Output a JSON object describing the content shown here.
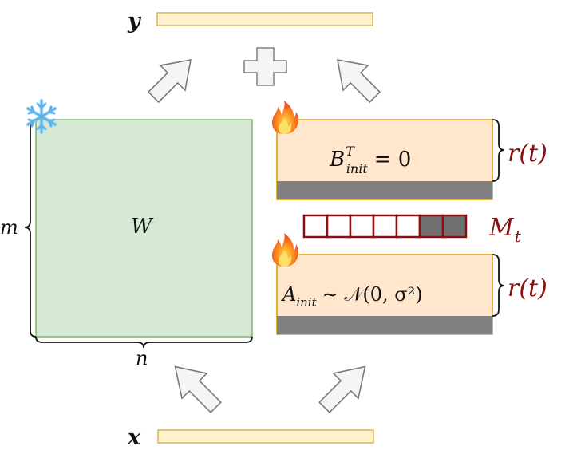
{
  "labels": {
    "y": "y",
    "x": "x",
    "w": "W",
    "m": "m",
    "n": "n",
    "b_main": "B",
    "b_sup": "T",
    "b_sub": "init",
    "b_rhs": "= 0",
    "a_main": "A",
    "a_sub": "init",
    "a_rhs": "∼ 𝒩(0, σ²)",
    "r_top": "r(t)",
    "r_bottom": "r(t)",
    "mask_main": "M",
    "mask_sub": "t"
  },
  "mask": {
    "cells": 7,
    "masked": [
      false,
      false,
      false,
      false,
      false,
      true,
      true
    ]
  },
  "icons": {
    "frozen": "snowflake-icon",
    "trainable": "fire-icon"
  },
  "colors": {
    "weight_fill": "#d5e8d4",
    "weight_stroke": "#82b366",
    "adapter_fill": "#ffe6cc",
    "adapter_stroke": "#d79b00",
    "bar_fill": "#fff2cc",
    "bar_stroke": "#d6b656",
    "rank_strip": "#808080",
    "mask_stroke": "#8b0f0f",
    "mask_filled": "#707070",
    "accent_red": "#8b0f0f"
  }
}
